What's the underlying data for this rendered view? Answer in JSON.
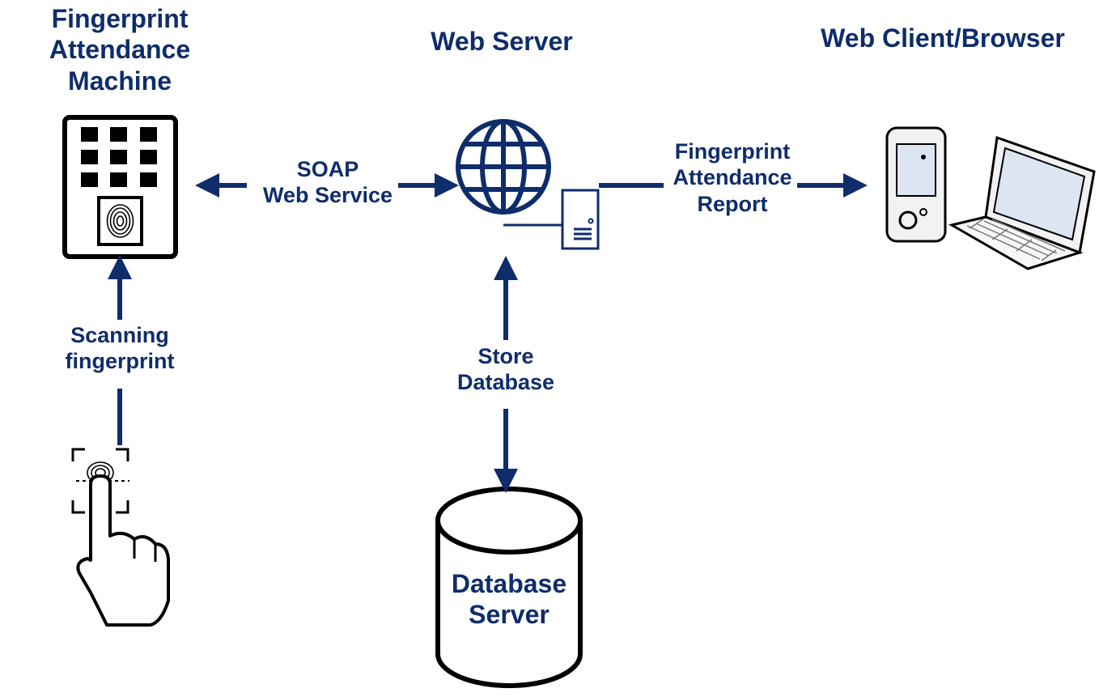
{
  "colors": {
    "primary": "#0f2d6b",
    "ink": "#000000",
    "screen": "#dde4f2"
  },
  "nodes": {
    "machine": {
      "title_lines": [
        "Fingerprint",
        "Attendance",
        "Machine"
      ],
      "icon": "fingerprint-keypad-icon"
    },
    "web_server": {
      "title": "Web Server",
      "icon": "globe-server-icon"
    },
    "client": {
      "title": "Web Client/Browser",
      "icon": "phone-laptop-icon"
    },
    "database": {
      "title_lines": [
        "Database",
        "Server"
      ],
      "icon": "database-cylinder-icon"
    },
    "finger": {
      "icon": "finger-scan-icon"
    }
  },
  "edges": {
    "soap": {
      "lines": [
        "SOAP",
        "Web Service"
      ]
    },
    "report": {
      "lines": [
        "Fingerprint",
        "Attendance",
        "Report"
      ]
    },
    "scan": {
      "lines": [
        "Scanning",
        "fingerprint"
      ]
    },
    "store": {
      "lines": [
        "Store",
        "Database"
      ]
    }
  }
}
